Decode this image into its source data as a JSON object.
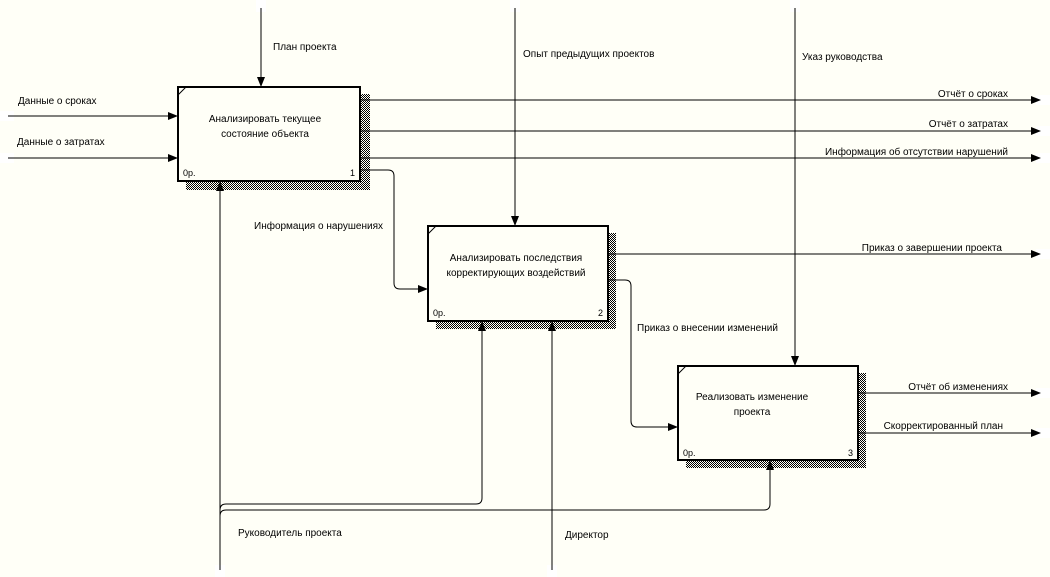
{
  "diagram": {
    "boxes": [
      {
        "line1": "Анализировать текущее",
        "line2": "состояние объекта",
        "node": "0р.",
        "num": "1"
      },
      {
        "line1": "Анализировать последствия",
        "line2": "корректирующих воздействий",
        "node": "0р.",
        "num": "2"
      },
      {
        "line1": "Реализовать изменение",
        "line2": "проекта",
        "node": "0р.",
        "num": "3"
      }
    ],
    "controls": {
      "plan": "План проекта",
      "experience": "Опыт предыдущих проектов",
      "order": "Указ руководства"
    },
    "inputs": {
      "deadlines": "Данные о сроках",
      "costs": "Данные о затратах"
    },
    "outputs": {
      "deadline_report": "Отчёт о сроках",
      "cost_report": "Отчёт о затратах",
      "no_violation_info": "Информация об отсутствии нарушений",
      "completion_order": "Приказ о завершении проекта",
      "change_report": "Отчёт об изменениях",
      "corrected_plan": "Скорректированный план"
    },
    "internal": {
      "violation_info": "Информация о нарушениях",
      "change_order": "Приказ о внесении изменений"
    },
    "mechanisms": {
      "manager": "Руководитель проекта",
      "director": "Директор"
    }
  }
}
